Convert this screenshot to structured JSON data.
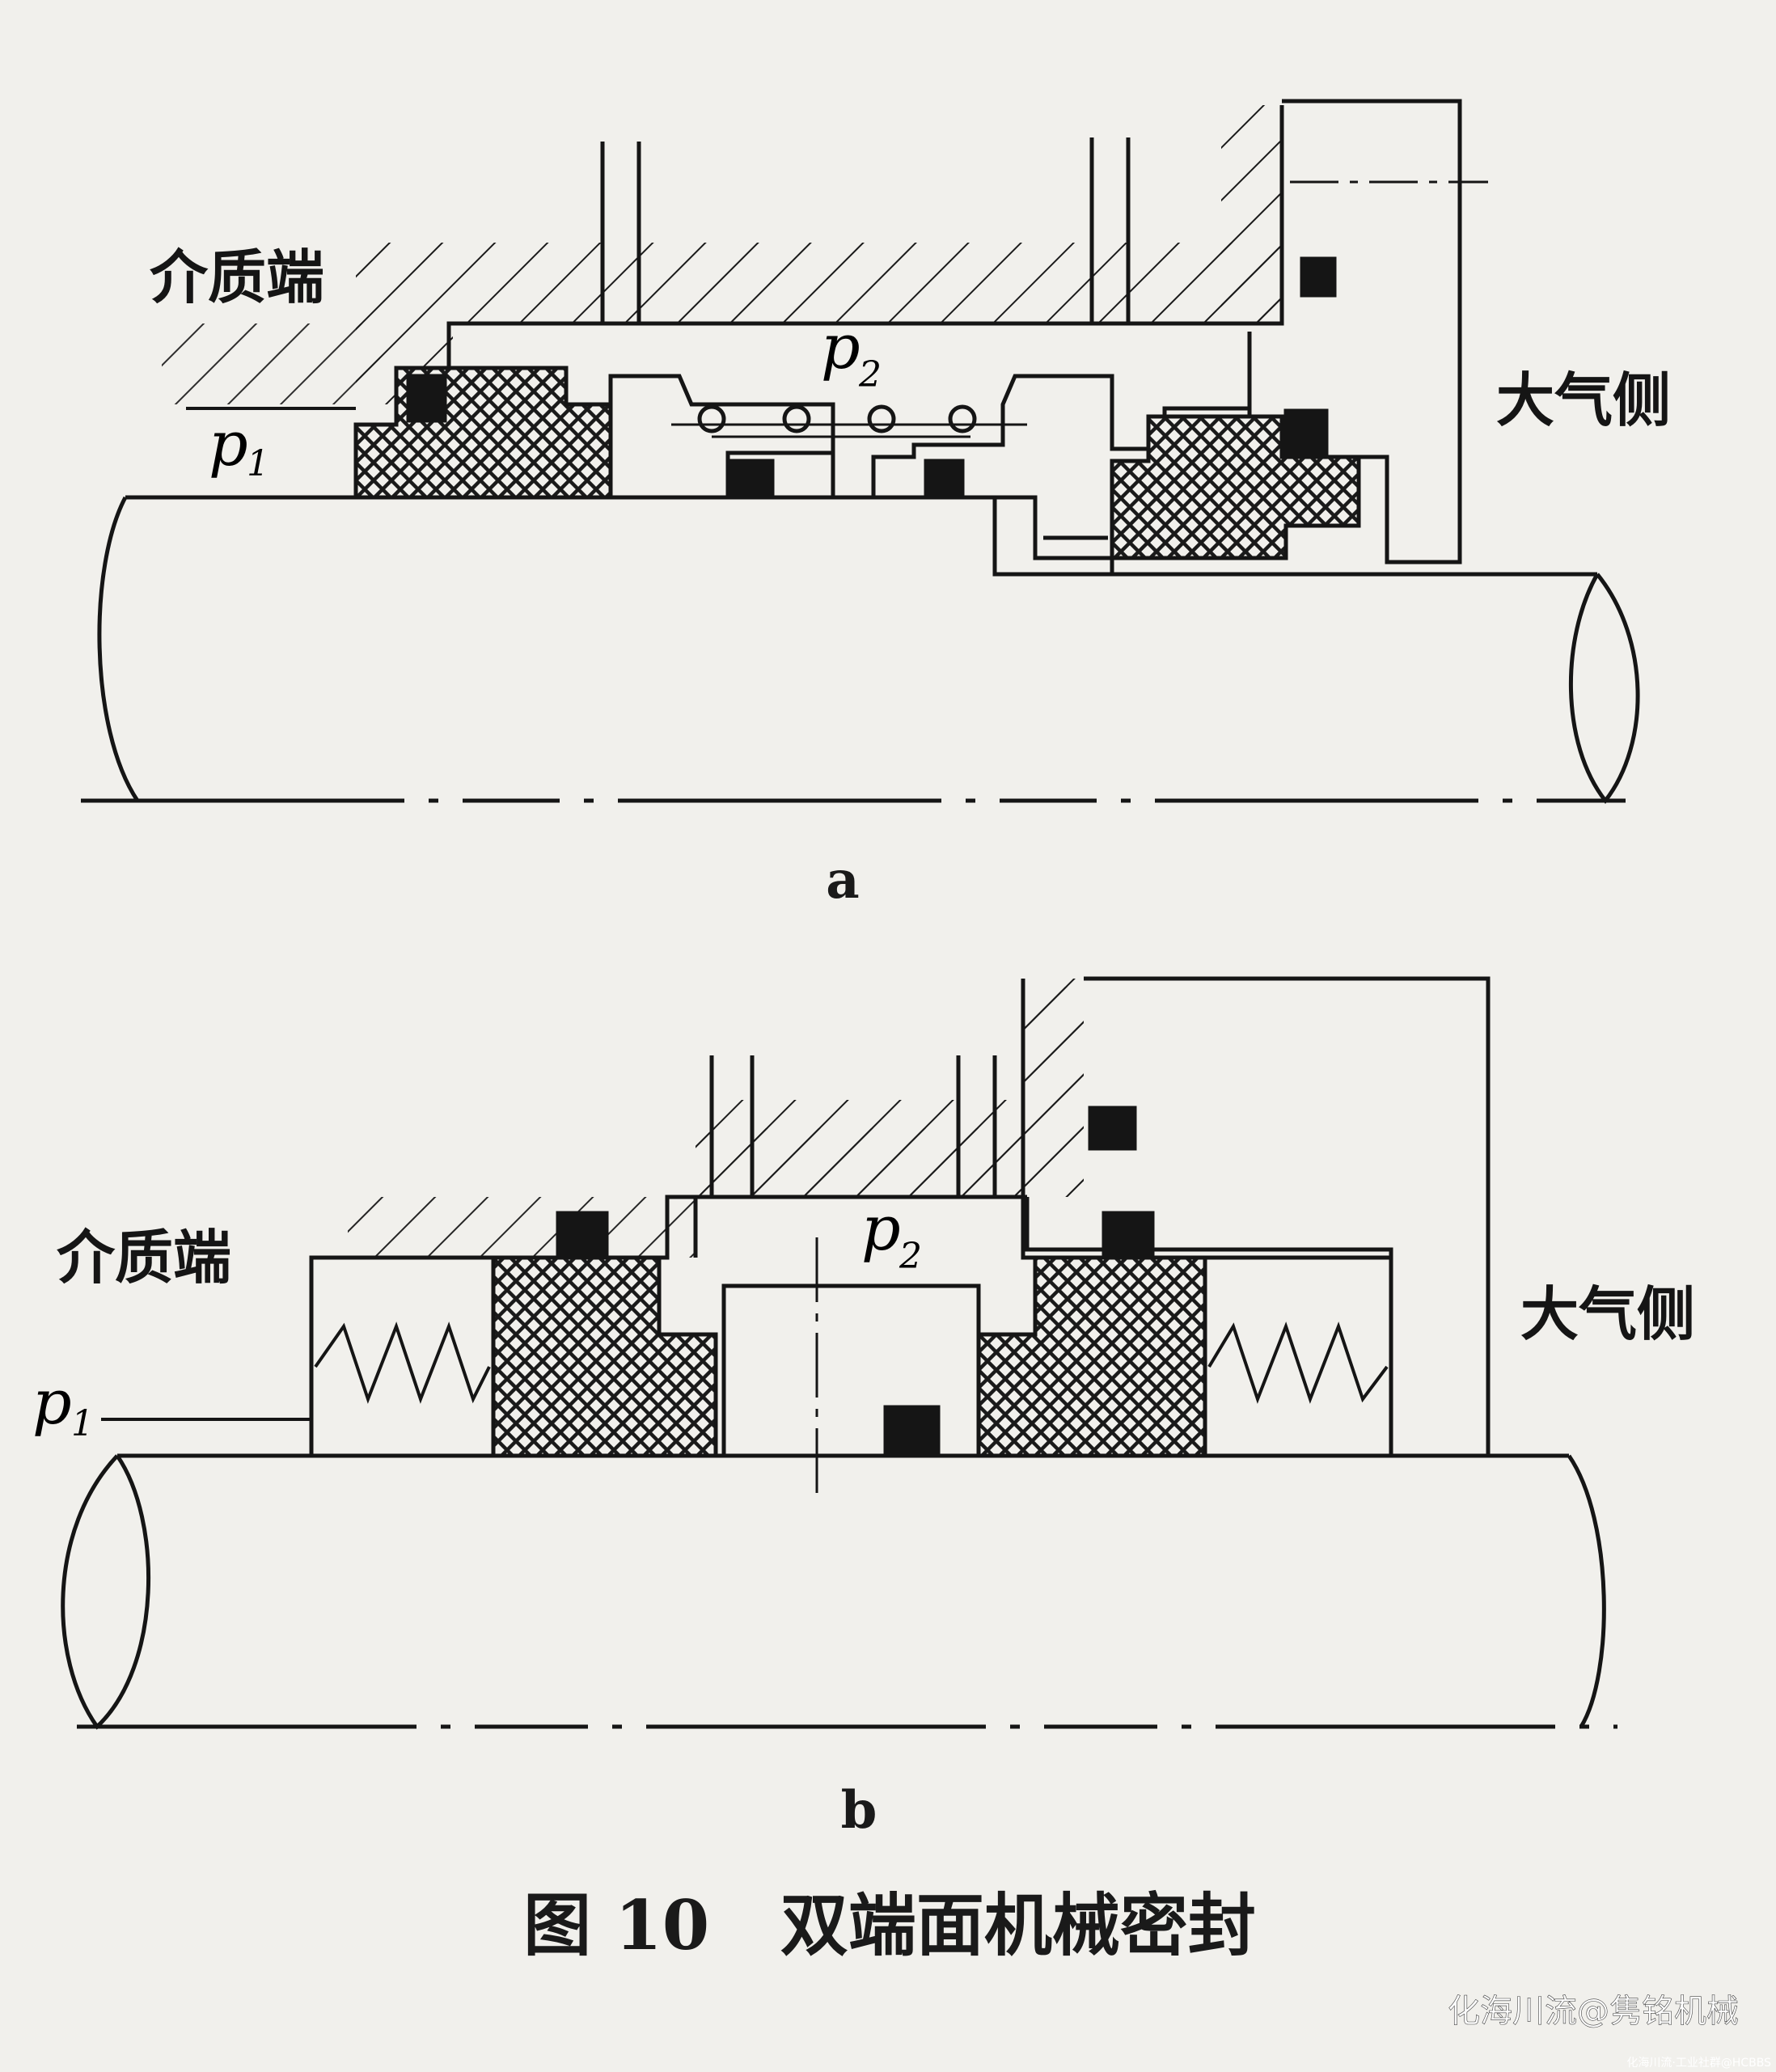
{
  "diagram_a": {
    "label": "a",
    "medium_side": "介质端",
    "atmosphere_side": "大气侧",
    "p1": "p",
    "p1_sub": "1",
    "p2": "p",
    "p2_sub": "2"
  },
  "diagram_b": {
    "label": "b",
    "medium_side": "介质端",
    "atmosphere_side": "大气侧",
    "p1": "p",
    "p1_sub": "1",
    "p2": "p",
    "p2_sub": "2"
  },
  "caption": "图 10   双端面机械密封",
  "watermark": "化海川流@隽铭机械",
  "watermark_small": "化海川流·工业社群@HCBBS"
}
